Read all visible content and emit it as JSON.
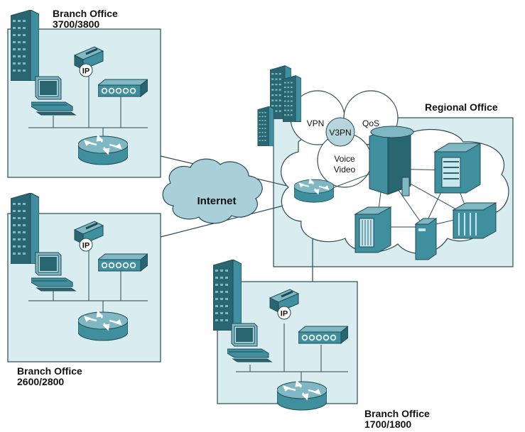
{
  "sites": {
    "branch_top": {
      "name": "Branch Office",
      "model": "3700/3800"
    },
    "branch_mid": {
      "name": "Branch Office",
      "model": "2600/2800"
    },
    "branch_bottom": {
      "name": "Branch Office",
      "model": "1700/1800"
    },
    "regional": {
      "name": "Regional Office"
    }
  },
  "wan": {
    "label": "Internet"
  },
  "services": {
    "vpn": "VPN",
    "qos": "QoS",
    "center": "V3PN",
    "voice": "Voice",
    "video": "Video"
  },
  "icons": {
    "phone_badge": "IP"
  },
  "colors": {
    "box_fill": "#d9ecef",
    "stroke": "#2b4a55",
    "icon_teal": "#3f8f9e",
    "icon_dark": "#2a6672",
    "v3pn_fill": "#b6d5dc"
  }
}
